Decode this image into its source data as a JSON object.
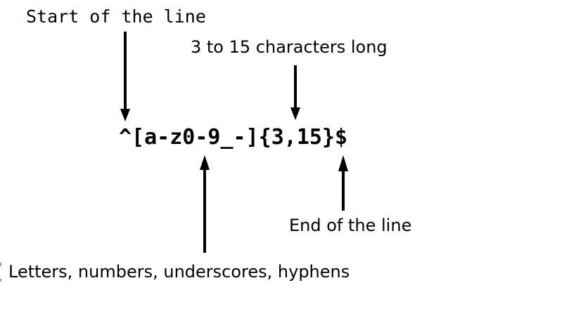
{
  "diagram": {
    "regex": "^[a-z0-9_-]{3,15}$",
    "labels": {
      "start_of_line": "Start of the line",
      "length": "3 to 15 characters long",
      "end_of_line": "End of the line",
      "character_class": "Letters, numbers, underscores, hyphens"
    },
    "colors": {
      "background": "#ffffff",
      "text": "#000000",
      "arrow": "#000000"
    }
  }
}
